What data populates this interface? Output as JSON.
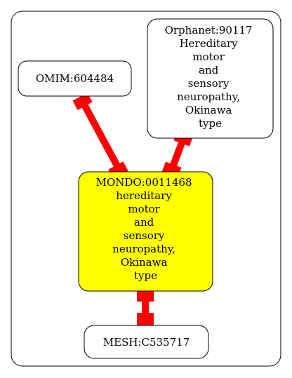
{
  "colors": {
    "edge": "#ff0000",
    "focus_fill": "#ffff00",
    "node_fill": "#ffffff",
    "stroke": "#000000"
  },
  "nodes": {
    "omim": {
      "label": "OMIM:604484"
    },
    "orphanet": {
      "lines": [
        "Orphanet:90117",
        "Hereditary",
        "motor",
        "and",
        "sensory",
        "neuropathy,",
        "Okinawa",
        "type"
      ]
    },
    "mondo": {
      "lines": [
        "MONDO:0011468",
        "hereditary",
        "motor",
        "and",
        "sensory",
        "neuropathy,",
        "Okinawa",
        "type"
      ]
    },
    "mesh": {
      "label": "MESH:C535717"
    }
  },
  "edges": [
    {
      "from": "omim",
      "to": "mondo"
    },
    {
      "from": "orphanet",
      "to": "mondo"
    },
    {
      "from": "mondo",
      "to": "mesh"
    }
  ]
}
